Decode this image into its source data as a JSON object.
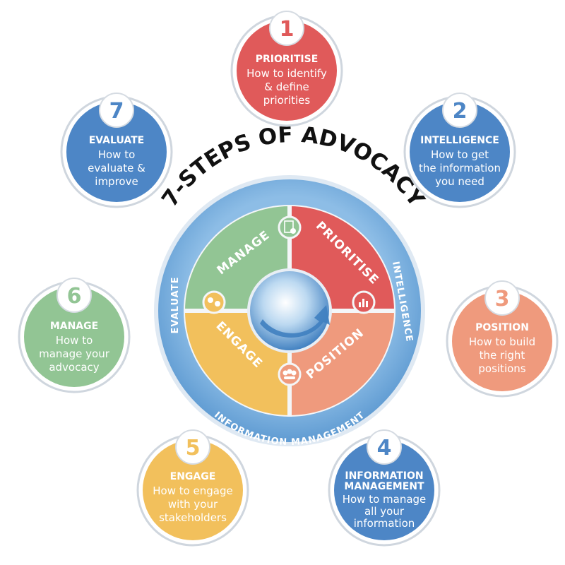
{
  "title": "7-STEPS OF ADVOCACY",
  "colors": {
    "red": "#e05a5a",
    "blue": "#4d86c6",
    "salmon": "#ef9a7d",
    "yellow": "#f2c05c",
    "green": "#92c594",
    "ring": "#7fb2e0"
  },
  "ring_labels": {
    "left": "EVALUATE",
    "right": "INTELLIGENCE",
    "bottom": "INFORMATION MANAGEMENT"
  },
  "segments": {
    "manage": "MANAGE",
    "prioritise": "PRIORITISE",
    "engage": "ENGAGE",
    "position": "POSITION"
  },
  "steps": [
    {
      "number": "1",
      "title": "PRIORITISE",
      "lines": [
        "How to identify",
        "& define",
        "priorities"
      ]
    },
    {
      "number": "2",
      "title": "INTELLIGENCE",
      "lines": [
        "How to get",
        "the information",
        "you need"
      ]
    },
    {
      "number": "3",
      "title": "POSITION",
      "lines": [
        "How to build",
        "the right",
        "positions"
      ]
    },
    {
      "number": "4",
      "title_lines": [
        "INFORMATION",
        "MANAGEMENT"
      ],
      "lines": [
        "How to manage",
        "all your",
        "information"
      ]
    },
    {
      "number": "5",
      "title": "ENGAGE",
      "lines": [
        "How to engage",
        "with your",
        "stakeholders"
      ]
    },
    {
      "number": "6",
      "title": "MANAGE",
      "lines": [
        "How to",
        "manage your",
        "advocacy"
      ]
    },
    {
      "number": "7",
      "title": "EVALUATE",
      "lines": [
        "How to",
        "evaluate &",
        "improve"
      ]
    }
  ]
}
